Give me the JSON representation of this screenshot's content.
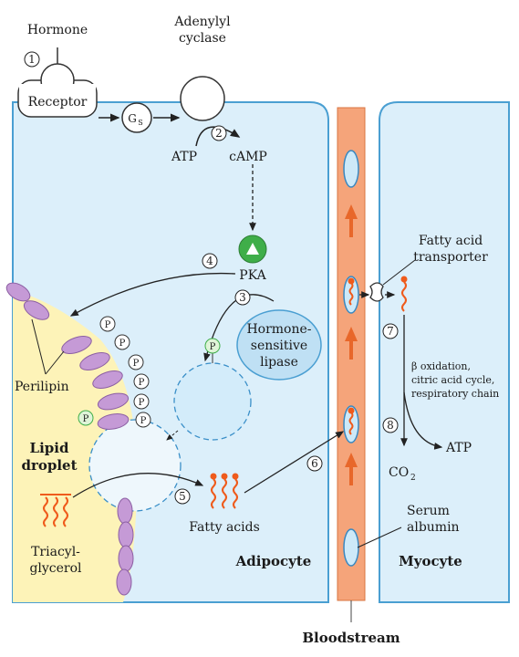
{
  "labels": {
    "hormone": "Hormone",
    "adenylyl_1": "Adenylyl",
    "adenylyl_2": "cyclase",
    "receptor": "Receptor",
    "gs": "G",
    "gs_sub": "S",
    "atp": "ATP",
    "camp": "cAMP",
    "pka": "PKA",
    "hsl_1": "Hormone-",
    "hsl_2": "sensitive",
    "hsl_3": "lipase",
    "perilipin": "Perilipin",
    "lipid_1": "Lipid",
    "lipid_2": "droplet",
    "triacyl_1": "Triacyl-",
    "triacyl_2": "glycerol",
    "fatty_acids": "Fatty acids",
    "adipocyte": "Adipocyte",
    "fat_transporter_1": "Fatty acid",
    "fat_transporter_2": "transporter",
    "beta_ox_1": "β oxidation,",
    "beta_ox_2": "citric acid cycle,",
    "beta_ox_3": "respiratory chain",
    "atp_out": "ATP",
    "co2": "CO",
    "co2_sub": "2",
    "serum_1": "Serum",
    "serum_2": "albumin",
    "myocyte": "Myocyte",
    "bloodstream": "Bloodstream",
    "phospho": "P"
  },
  "steps": [
    "1",
    "2",
    "3",
    "4",
    "5",
    "6",
    "7",
    "8"
  ],
  "colors": {
    "cell_fill": "#dceffa",
    "cell_border": "#4a9fd2",
    "blood": "#f5a47a",
    "blood_dark": "#e07a45",
    "fat": "#fdf3b8",
    "perilipin": "#c59ad6",
    "fatty_acid": "#ef5b1c",
    "pka": "#3fae49"
  }
}
